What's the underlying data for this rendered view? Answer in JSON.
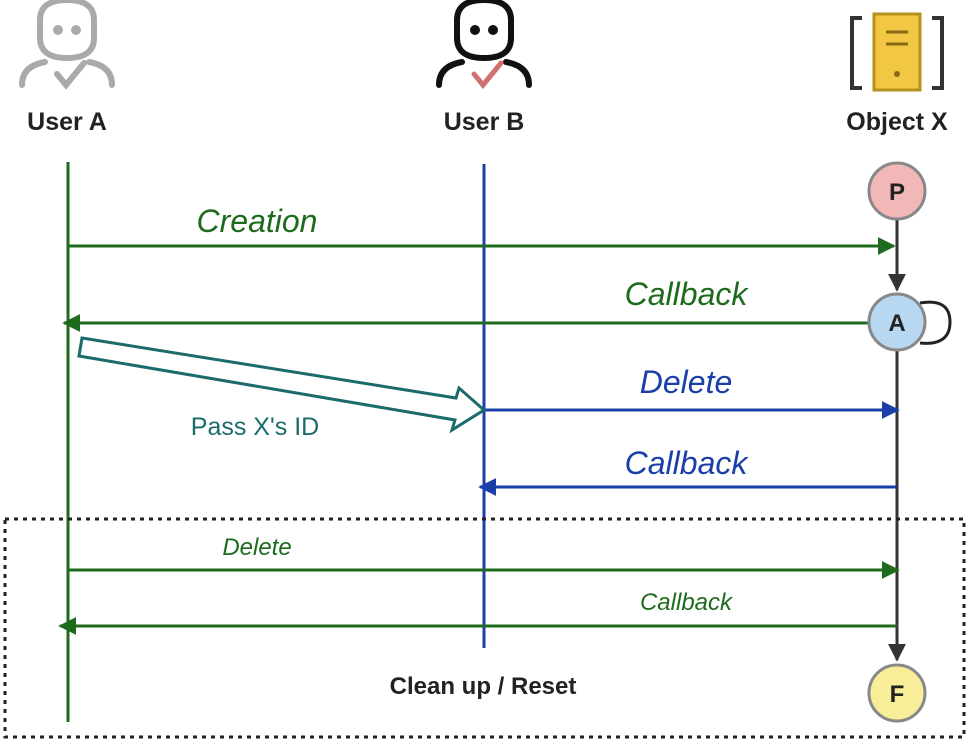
{
  "actors": [
    {
      "label": "User A",
      "icon": "user-icon",
      "color": "#aaaaaa"
    },
    {
      "label": "User B",
      "icon": "user-icon",
      "color": "#111111"
    },
    {
      "label": "Object X",
      "icon": "server-icon",
      "color": "#f2c744"
    }
  ],
  "states": [
    {
      "letter": "P",
      "fill": "#f2b8b8"
    },
    {
      "letter": "A",
      "fill": "#b8d8f2"
    },
    {
      "letter": "F",
      "fill": "#f8ee9a"
    }
  ],
  "messages": [
    {
      "label": "Creation",
      "color": "#1e6b1e"
    },
    {
      "label": "Callback",
      "color": "#1e6b1e"
    },
    {
      "label": "Delete",
      "color": "#1a3fa8"
    },
    {
      "label": "Callback",
      "color": "#1a3fa8"
    },
    {
      "label": "Delete",
      "color": "#1e6b1e"
    },
    {
      "label": "Callback",
      "color": "#1e6b1e"
    }
  ],
  "pass_id": {
    "label": "Pass X's ID",
    "color": "#1b6b6b"
  },
  "frame": {
    "label": "Clean up / Reset"
  },
  "colors": {
    "user_a_line": "#1e6b1e",
    "user_b_line": "#1a3fa8",
    "object_line": "#333333"
  }
}
